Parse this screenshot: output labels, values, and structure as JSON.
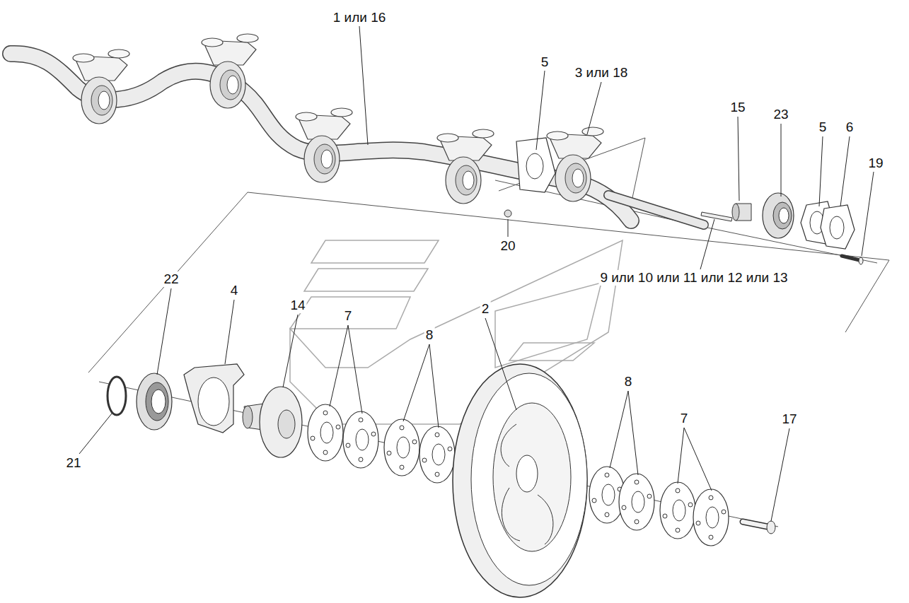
{
  "diagram": {
    "labels": [
      "1 или 16",
      "5",
      "3 или 18",
      "15",
      "23",
      "5",
      "6",
      "19",
      "20",
      "9 или 10 или 11 или 12 или 13",
      "22",
      "4",
      "14",
      "7",
      "8",
      "2",
      "21",
      "8",
      "7",
      "17"
    ]
  }
}
